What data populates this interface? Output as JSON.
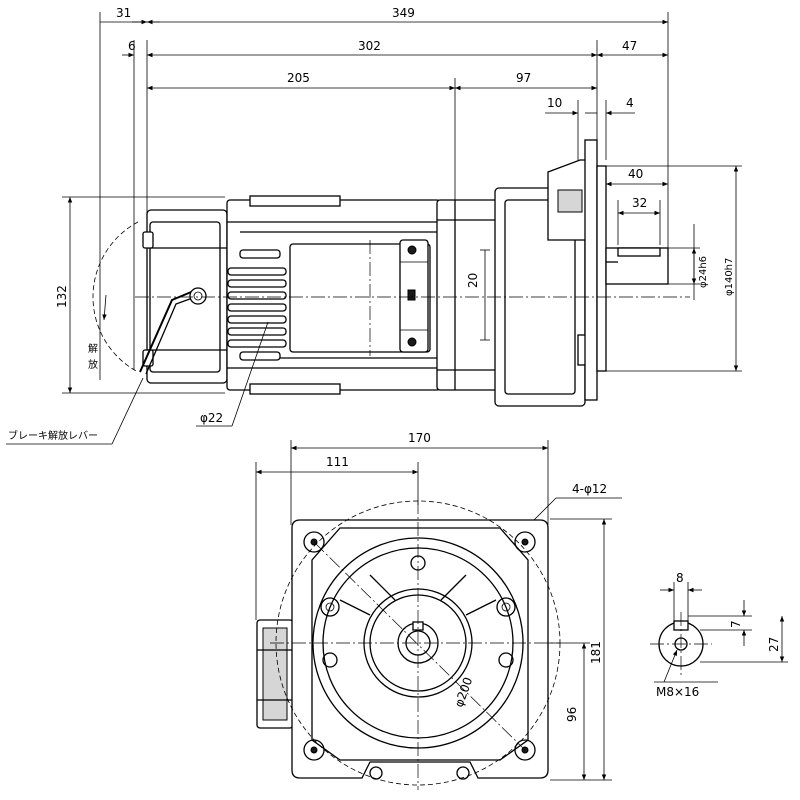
{
  "side_view": {
    "dims": {
      "d31": "31",
      "d349": "349",
      "d6": "6",
      "d302": "302",
      "d47": "47",
      "d205": "205",
      "d97": "97",
      "d10": "10",
      "d4": "4",
      "d40": "40",
      "d32": "32",
      "d132": "132",
      "d20": "20",
      "shaft_dia": "φ24h6",
      "spigot_dia": "φ140h7",
      "lever_dia": "φ22"
    },
    "brake_lever_label": "ブレーキ解放レバー",
    "release_label_1": "解",
    "release_label_2": "放"
  },
  "front_view": {
    "dims": {
      "d170": "170",
      "d111": "111",
      "holes": "4-φ12",
      "d181": "181",
      "d96": "96",
      "pcd": "φ200"
    }
  },
  "shaft_view": {
    "dims": {
      "d8": "8",
      "d7": "7",
      "d27": "27",
      "tap": "M8×16"
    }
  }
}
